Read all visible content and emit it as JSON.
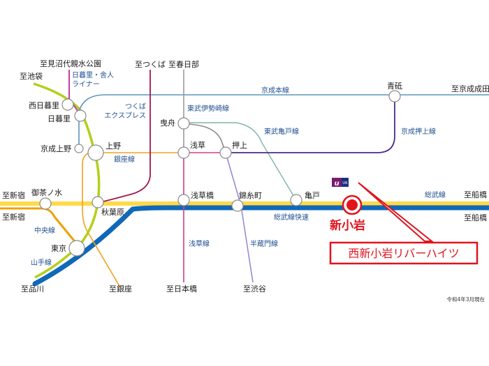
{
  "colors": {
    "yamanote": "#b5cf1a",
    "chuo": "#f0a000",
    "sobu_local": "#ffd94a",
    "sobu_rapid": "#1068b8",
    "ginza": "#f3a020",
    "asakusa": "#d43b8a",
    "hanzomon": "#9a8ad6",
    "tsukuba": "#a01848",
    "keisei": "#5b95c0",
    "keisei_oshiage": "#4b2a8a",
    "tobu_isesaki": "#999999",
    "tobu_kameido": "#7fb5a0",
    "nippori_toneri": "#c63c9f",
    "station_fill": "#ffffff",
    "station_stroke": "#8a8a8a",
    "highlight": "#e0141e",
    "line_label": "#1f4f8f",
    "ur_logo_bg": "#7a1a6e",
    "ur_logo_bg2": "#1a2f80"
  },
  "destinations": {
    "minumadai": "至見沼代親水公園",
    "ikebukuro": "至池袋",
    "tsukuba": "至つくば",
    "kasukabe": "至春日部",
    "keisei_narita": "至京成成田",
    "shinjuku_sobu": "至新宿",
    "shinjuku_chuo": "至新宿",
    "funabashi_sobu": "至船橋",
    "funabashi_rapid": "至船橋",
    "shinagawa": "至品川",
    "ginza": "至銀座",
    "nihonbashi": "至日本橋",
    "shibuya": "至渋谷"
  },
  "stations": {
    "nishi_nippori": "西日暮里",
    "nippori": "日暮里",
    "keisei_ueno": "京成上野",
    "ueno": "上野",
    "hikifune": "曳舟",
    "asakusa": "浅草",
    "oshiage": "押上",
    "aoto": "青砥",
    "ochanomizu": "御茶ノ水",
    "akihabara": "秋葉原",
    "asakusabashi": "浅草橋",
    "kinshicho": "錦糸町",
    "kameido": "亀戸",
    "tokyo": "東京",
    "shin_koiwa": "新小岩"
  },
  "lines": {
    "nippori_toneri_1": "日暮里・舎人",
    "nippori_toneri_2": "ライナー",
    "tsukuba_1": "つくば",
    "tsukuba_2": "エクスプレス",
    "keisei_main": "京成本線",
    "tobu_isesaki": "東武伊勢崎線",
    "tobu_kameido": "東武亀戸線",
    "keisei_oshiage": "京成押上線",
    "ginza": "銀座線",
    "sobu": "総武線",
    "sobu_rapid": "総武線快速",
    "chuo": "中央線",
    "yamanote": "山手線",
    "asakusa": "浅草線",
    "hanzomon": "半蔵門線"
  },
  "property": {
    "name": "西新小岩リバーハイツ",
    "logo_text": "UR"
  },
  "note": "令和4年3月現在"
}
